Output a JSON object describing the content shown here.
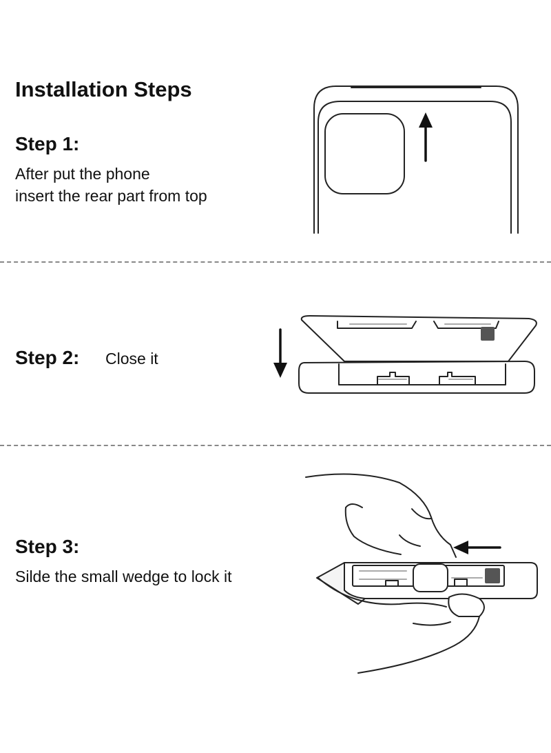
{
  "title": "Installation Steps",
  "steps": [
    {
      "heading": "Step 1:",
      "lines": [
        "After put the phone",
        "insert the rear part from top"
      ]
    },
    {
      "heading": "Step 2:",
      "text": "Close it"
    },
    {
      "heading": "Step 3:",
      "text": "Silde the small wedge to lock it"
    }
  ]
}
